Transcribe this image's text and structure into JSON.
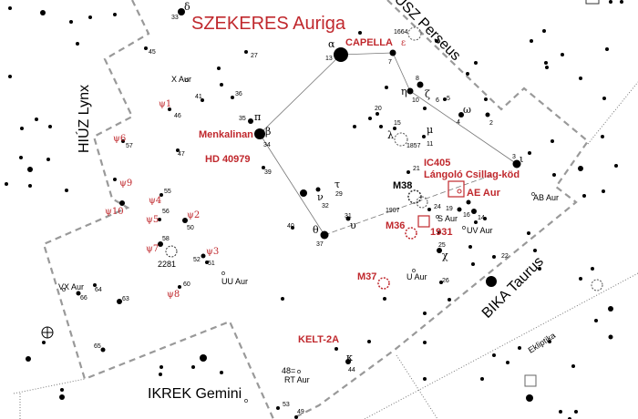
{
  "title": "SZEKERES Auriga",
  "colors": {
    "highlight": "#c0282d",
    "boundary": "#999999",
    "stars": "#000000"
  },
  "constellations": {
    "lynx": "HIÚZ Lynx",
    "perseus": "USZ Perseus",
    "taurus": "BIKA Taurus",
    "gemini": "IKREK Gemini"
  },
  "ecliptic": "Ekliptika",
  "highlights": {
    "capella": "CAPELLA",
    "menkalinan": "Menkalinan",
    "hd": "HD 40979",
    "ic405": "IC405",
    "nebula": "Lángoló Csillag-köd",
    "ae": "AE Aur",
    "m36": "M36",
    "n1931": "1931",
    "m37": "M37",
    "kelt": "KELT-2A",
    "eps": "ε",
    "psi1": "ψ1",
    "psi2": "ψ2",
    "psi3": "ψ3",
    "psi4": "ψ4",
    "psi5": "ψ5",
    "psi6": "ψ6",
    "psi7": "ψ7",
    "psi8": "ψ8",
    "psi9": "ψ9",
    "psi10": "ψ10"
  },
  "objects": {
    "m38": "M38",
    "n2281": "2281",
    "n1664": "1664",
    "n1857": "1857",
    "n1907": "1907"
  },
  "variables": {
    "x": "X Aur",
    "uu": "UU Aur",
    "vx": "VX Aur",
    "uv": "UV Aur",
    "ab": "AB Aur",
    "u": "U Aur",
    "s": "S Aur",
    "rt": "RT Aur",
    "rt48": "48="
  },
  "greek": {
    "alpha": "α",
    "beta": "β",
    "delta": "δ",
    "eta": "η",
    "zeta": "ζ",
    "omega": "ω",
    "lambda": "λ",
    "mu": "μ",
    "pi": "π",
    "gamma": "ν",
    "tau": "τ",
    "theta": "θ",
    "upsilon": "υ",
    "chi": "χ",
    "kappa": "κ",
    "iota": "ι"
  },
  "numbers": [
    "33",
    "13",
    "7",
    "8",
    "10",
    "6",
    "5",
    "4",
    "2",
    "20",
    "15",
    "11",
    "3",
    "21",
    "24",
    "19",
    "16",
    "14",
    "25",
    "22",
    "26",
    "32",
    "29",
    "31",
    "37",
    "40",
    "34",
    "35",
    "39",
    "41",
    "36",
    "27",
    "46",
    "45",
    "57",
    "47",
    "55",
    "56",
    "50",
    "58",
    "52",
    "51",
    "60",
    "64",
    "66",
    "63",
    "65",
    "44",
    "53",
    "49"
  ]
}
